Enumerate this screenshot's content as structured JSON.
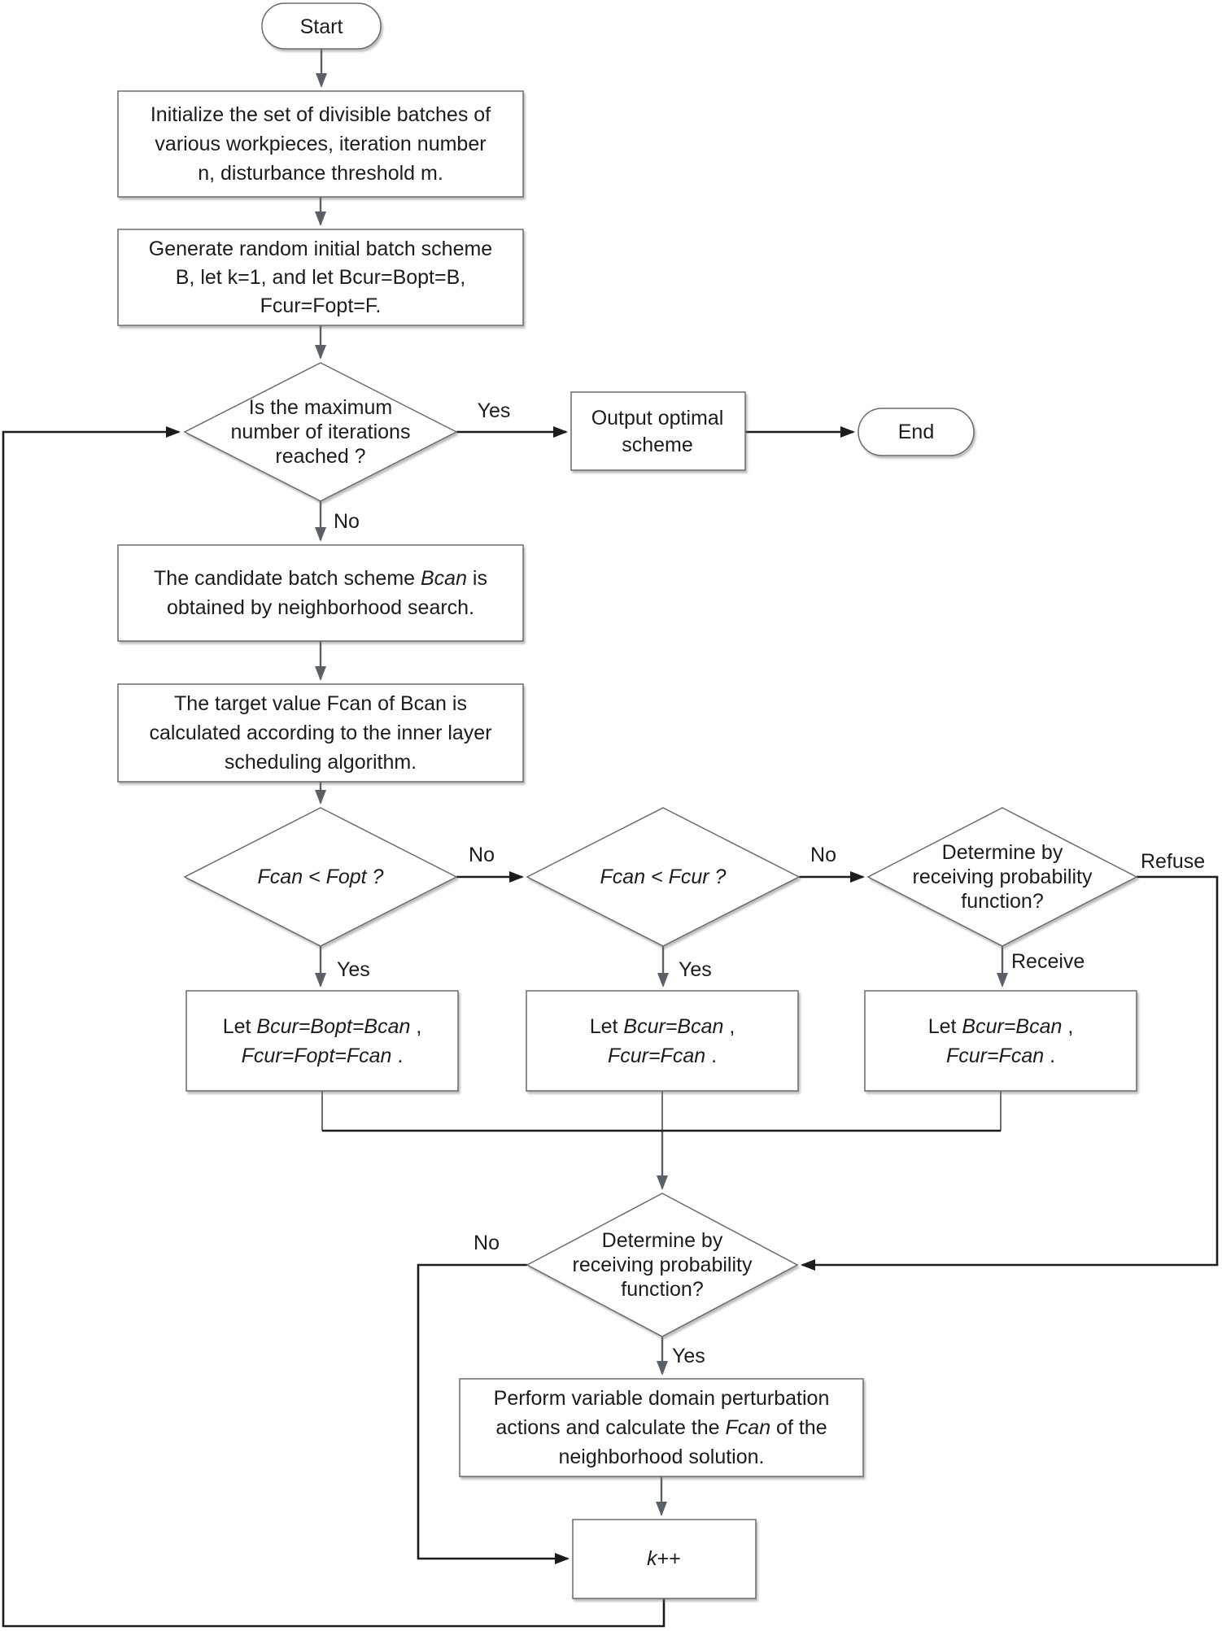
{
  "figure": {
    "type": "flowchart",
    "background": "#ffffff"
  },
  "colors": {
    "shape_fill": "#ffffff",
    "shape_stroke": "#6b6b6b",
    "connector_gray": "#596066",
    "connector_black": "#1c1c1c",
    "text": "#1c1c1c"
  },
  "nodes": {
    "start": {
      "label": "Start"
    },
    "init": {
      "lines": [
        "Initialize the set of divisible batches of",
        "various workpieces, iteration number",
        "n, disturbance threshold m."
      ]
    },
    "generate": {
      "lines": [
        "Generate random initial batch scheme",
        "B, let k=1, and let Bcur=Bopt=B,",
        "Fcur=Fopt=F."
      ]
    },
    "iter_check": {
      "lines": [
        "Is the maximum",
        "number of iterations",
        "reached ?"
      ]
    },
    "output": {
      "lines": [
        "Output optimal",
        "scheme"
      ]
    },
    "end": {
      "label": "End"
    },
    "candidate": {
      "l1a": "The candidate batch scheme ",
      "l1b": "Bcan",
      "l1c": " is",
      "l2": "obtained by neighborhood search."
    },
    "target": {
      "lines": [
        "The target value Fcan of Bcan is",
        "calculated according to the inner layer",
        "scheduling algorithm."
      ]
    },
    "fopt_check": {
      "label": "Fcan < Fopt ?"
    },
    "fcur_check": {
      "label": "Fcan < Fcur ?"
    },
    "prob_check_outer": {
      "lines": [
        "Determine by",
        "receiving probability",
        "function?"
      ]
    },
    "let_opt": {
      "l1a": "Let ",
      "l1b": "Bcur=Bopt=Bcan",
      "l1c": " ,",
      "l2a": "Fcur=Fopt=Fcan",
      "l2b": " ."
    },
    "let_cur_mid": {
      "l1a": "Let ",
      "l1b": "Bcur=Bcan",
      "l1c": " ,",
      "l2a": "Fcur=Fcan",
      "l2b": " ."
    },
    "let_cur_right": {
      "l1a": "Let ",
      "l1b": "Bcur=Bcan",
      "l1c": " ,",
      "l2a": "Fcur=Fcan",
      "l2b": " ."
    },
    "prob_check_inner": {
      "lines": [
        "Determine by",
        "receiving probability",
        "function?"
      ]
    },
    "perturb": {
      "l1": "Perform variable domain perturbation",
      "l2a": "actions and calculate the ",
      "l2b": "Fcan",
      "l2c": " of the",
      "l3": "neighborhood solution."
    },
    "increment": {
      "pre": "k",
      "post": "++"
    }
  },
  "edge_labels": {
    "yes_iter": "Yes",
    "no_iter": "No",
    "no_fopt": "No",
    "no_fcur": "No",
    "refuse": "Refuse",
    "receive": "Receive",
    "yes_fopt": "Yes",
    "yes_fcur": "Yes",
    "no_inner": "No",
    "yes_inner": "Yes"
  }
}
